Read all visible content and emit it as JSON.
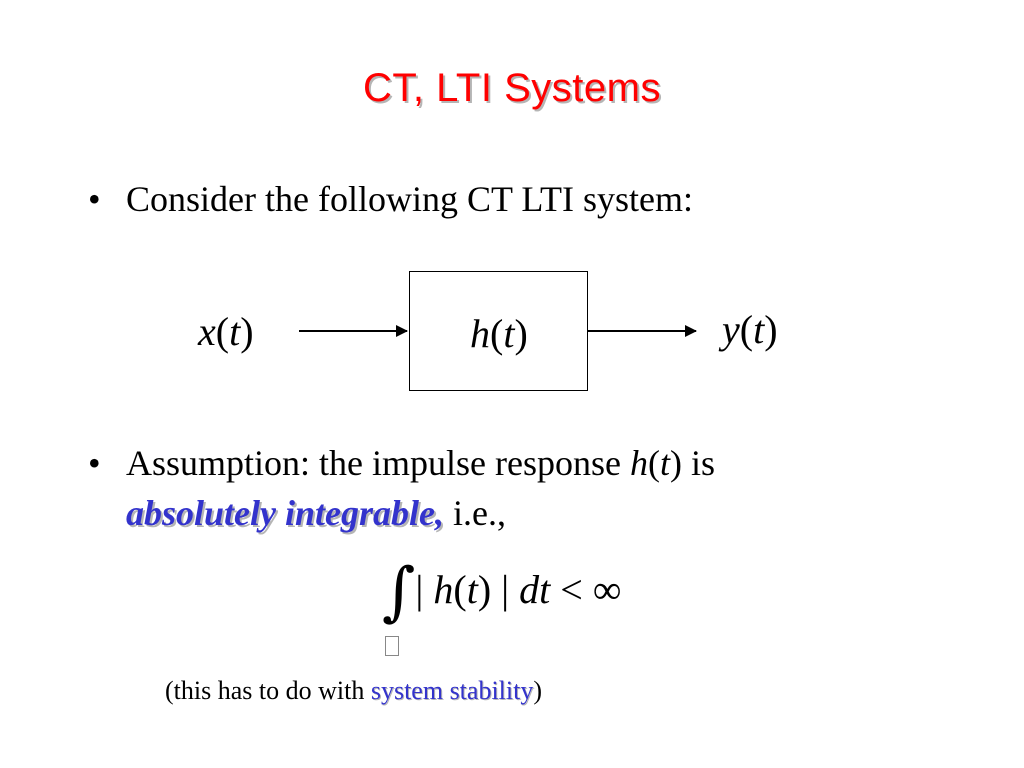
{
  "slide": {
    "title": "CT, LTI Systems"
  },
  "bullets": [
    {
      "marker": "•",
      "text": "Consider the following CT LTI system:"
    },
    {
      "marker": "•",
      "prefix": "Assumption: the impulse response ",
      "h": "h",
      "open": "(",
      "t": "t",
      "close": ")",
      "suffix": " is",
      "emph": "absolutely integrable,",
      "after": " i.e.,"
    }
  ],
  "diagram": {
    "input": {
      "fn": "x",
      "arg": "t"
    },
    "system": {
      "fn": "h",
      "arg": "t"
    },
    "output": {
      "fn": "y",
      "arg": "t"
    }
  },
  "integral": {
    "sign": "∫",
    "bar_open": "| ",
    "fn": "h",
    "open": "(",
    "arg": "t",
    "close": ")",
    "bar_close": " | ",
    "d": "dt",
    "rel": " < ∞"
  },
  "note": {
    "prefix": "(this has to do with ",
    "link": "system stability",
    "suffix": ")"
  },
  "colors": {
    "title": "#ff0000",
    "emphasis": "#3333cc"
  }
}
